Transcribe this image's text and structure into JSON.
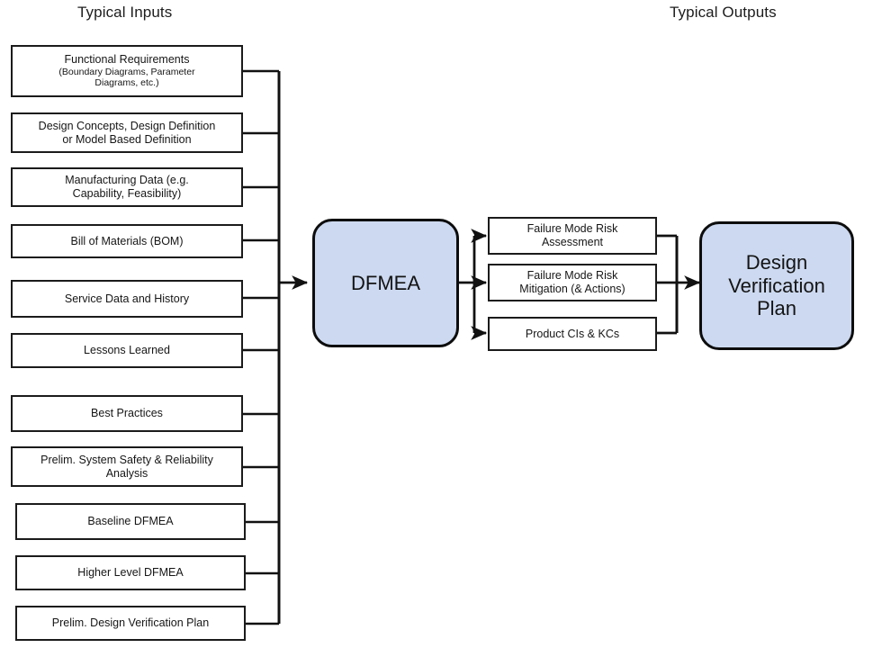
{
  "headers": {
    "inputs": "Typical Inputs",
    "outputs": "Typical Outputs"
  },
  "colors": {
    "process_fill": "#ccd9f0",
    "node_fill": "#ffffff",
    "stroke": "#1b1b1b",
    "background": "#ffffff",
    "text": "#161616"
  },
  "inputs": [
    {
      "id": "functional-requirements",
      "line1": "Functional Requirements",
      "line2": "(Boundary Diagrams, Parameter",
      "line3": "Diagrams, etc.)"
    },
    {
      "id": "design-concepts",
      "line1": "Design Concepts, Design Definition",
      "line2": "or Model Based Definition"
    },
    {
      "id": "manufacturing-data",
      "line1": "Manufacturing Data (e.g.",
      "line2": "Capability, Feasibility)"
    },
    {
      "id": "bill-of-materials",
      "line1": "Bill of Materials (BOM)"
    },
    {
      "id": "service-data-and-history",
      "line1": "Service Data and History"
    },
    {
      "id": "lessons-learned",
      "line1": "Lessons Learned"
    },
    {
      "id": "best-practices",
      "line1": "Best Practices"
    },
    {
      "id": "prelim-system-safety",
      "line1": "Prelim. System Safety & Reliability",
      "line2": "Analysis"
    },
    {
      "id": "baseline-dfmea",
      "line1": "Baseline DFMEA"
    },
    {
      "id": "higher-level-dfmea",
      "line1": "Higher Level DFMEA"
    },
    {
      "id": "prelim-design-verification-plan",
      "line1": "Prelim. Design Verification Plan"
    }
  ],
  "process": {
    "id": "dfmea",
    "label": "DFMEA"
  },
  "intermediate_outputs": [
    {
      "id": "failure-mode-risk-assessment",
      "line1": "Failure Mode Risk",
      "line2": "Assessment"
    },
    {
      "id": "failure-mode-risk-mitigation",
      "line1": "Failure Mode Risk",
      "line2": "Mitigation (& Actions)"
    },
    {
      "id": "product-cis-and-kcs",
      "line1": "Product CIs & KCs"
    }
  ],
  "final_output": {
    "id": "design-verification-plan",
    "line1": "Design",
    "line2": "Verification",
    "line3": "Plan"
  }
}
